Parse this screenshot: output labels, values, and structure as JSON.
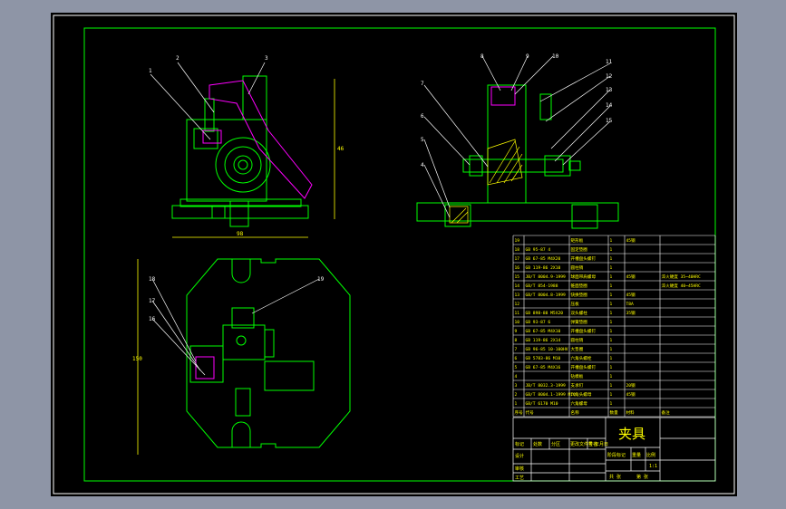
{
  "colors": {
    "background": "#8e95a6",
    "canvas": "#000000",
    "frame": "#ffffff",
    "border": "#00ff00",
    "part": "#00ff00",
    "clamp": "#ff00ff",
    "leader": "#ffffff",
    "dimension": "#ffff00",
    "table_text": "#ffff00",
    "label": "#ffffff"
  },
  "balloons": [
    "1",
    "2",
    "3",
    "4",
    "5",
    "6",
    "7",
    "8",
    "9",
    "10",
    "11",
    "12",
    "13",
    "14",
    "15",
    "16",
    "17",
    "18",
    "19"
  ],
  "top_view": {
    "dim_vertical": "46",
    "dim_horizontal": "98"
  },
  "plan_view": {
    "dim_vertical": "150"
  },
  "parts_list": [
    {
      "no": "19",
      "code": "",
      "name": "矩形板",
      "qty": "1",
      "material": "45钢",
      "note": ""
    },
    {
      "no": "18",
      "code": "GB 95-87 4",
      "name": "固定垫圈",
      "qty": "1",
      "material": "",
      "note": ""
    },
    {
      "no": "17",
      "code": "GB 67-85 M4X20",
      "name": "开槽盘头螺钉",
      "qty": "1",
      "material": "",
      "note": ""
    },
    {
      "no": "16",
      "code": "GB 119-86 2X10",
      "name": "圆柱销",
      "qty": "1",
      "material": "",
      "note": ""
    },
    {
      "no": "15",
      "code": "JB/T 8004.9-1999",
      "name": "球面带肩螺母",
      "qty": "1",
      "material": "45钢",
      "note": "淬火硬度 35~40HRC"
    },
    {
      "no": "14",
      "code": "GB/T 854-1988",
      "name": "锥面垫圈",
      "qty": "1",
      "material": "",
      "note": "淬火硬度 40~45HRC"
    },
    {
      "no": "13",
      "code": "GB/T 8004.8-1999",
      "name": "快换垫圈",
      "qty": "1",
      "material": "45钢",
      "note": ""
    },
    {
      "no": "12",
      "code": "",
      "name": "压板",
      "qty": "1",
      "material": "T8A",
      "note": ""
    },
    {
      "no": "11",
      "code": "GB 898-88 M5X20",
      "name": "双头螺柱",
      "qty": "1",
      "material": "35钢",
      "note": ""
    },
    {
      "no": "10",
      "code": "GB 93-87 6",
      "name": "弹簧垫圈",
      "qty": "1",
      "material": "",
      "note": ""
    },
    {
      "no": "9",
      "code": "GB 67-85 M4X10",
      "name": "开槽盘头螺钉",
      "qty": "1",
      "material": "",
      "note": ""
    },
    {
      "no": "8",
      "code": "GB 119-86 2X14",
      "name": "圆柱销",
      "qty": "1",
      "material": "",
      "note": ""
    },
    {
      "no": "7",
      "code": "GB 96-85 10-100HV",
      "name": "大垫圈",
      "qty": "1",
      "material": "",
      "note": ""
    },
    {
      "no": "6",
      "code": "GB 5783-86 M10",
      "name": "六角头螺栓",
      "qty": "1",
      "material": "",
      "note": ""
    },
    {
      "no": "5",
      "code": "GB 67-85 M4X16",
      "name": "开槽盘头螺钉",
      "qty": "1",
      "material": "",
      "note": ""
    },
    {
      "no": "4",
      "code": "",
      "name": "钻模板",
      "qty": "1",
      "material": "",
      "note": ""
    },
    {
      "no": "3",
      "code": "JB/T 8032.3-1999",
      "name": "支承钉",
      "qty": "1",
      "material": "20钢",
      "note": ""
    },
    {
      "no": "2",
      "code": "GB/T 8004.1-1999 M10",
      "name": "六角头螺母",
      "qty": "1",
      "material": "45钢",
      "note": ""
    },
    {
      "no": "1",
      "code": "GB/T 6170 M10",
      "name": "六角螺母",
      "qty": "1",
      "material": "",
      "note": ""
    }
  ],
  "table_header": {
    "no": "序号",
    "code": "代号",
    "name": "名称",
    "qty": "数量",
    "material": "材料",
    "note": "备注"
  },
  "title_block": {
    "title": "夹具",
    "sign_row": [
      "标记",
      "处数",
      "分区",
      "更改文件号",
      "签名",
      "年月日"
    ],
    "designer": "设计",
    "reviewer": "审核",
    "process": "工艺",
    "stage": "阶段标记",
    "weight": "重量",
    "scale": "比例",
    "scale_value": "1:1",
    "sheets": "共 张",
    "sheet": "第 张"
  }
}
